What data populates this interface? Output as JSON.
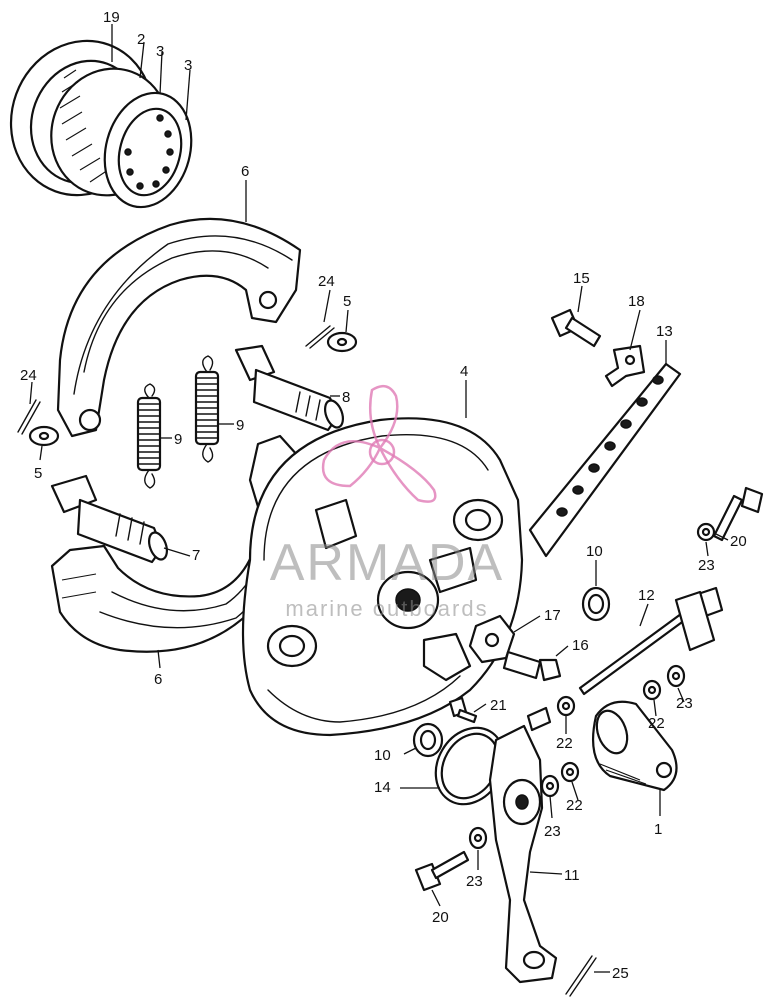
{
  "callouts": [
    "19",
    "2",
    "3",
    "3",
    "6",
    "24",
    "5",
    "15",
    "18",
    "13",
    "24",
    "9",
    "9",
    "8",
    "4",
    "5",
    "7",
    "10",
    "20",
    "23",
    "17",
    "16",
    "12",
    "6",
    "21",
    "22",
    "23",
    "22",
    "10",
    "14",
    "22",
    "23",
    "1",
    "23",
    "11",
    "20",
    "25"
  ],
  "watermark": {
    "brand": "ARMADA",
    "tagline": "marine outboards",
    "color": "#e07ab5"
  }
}
